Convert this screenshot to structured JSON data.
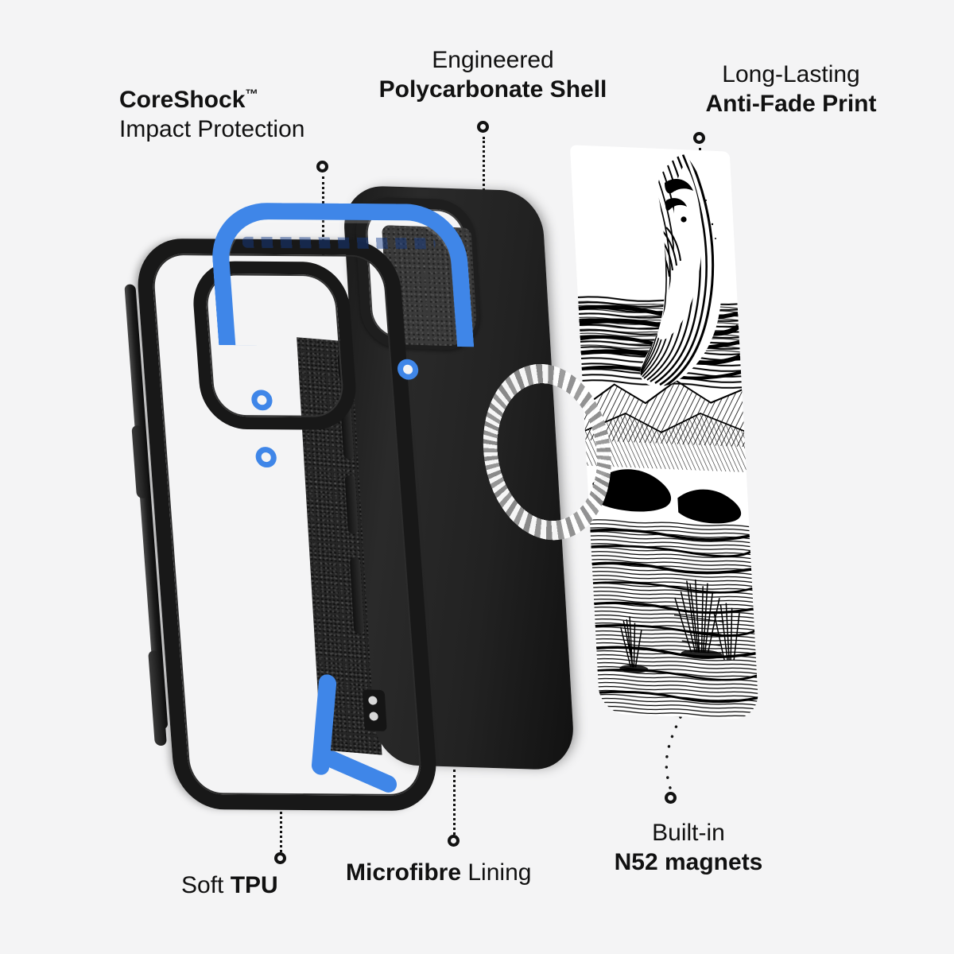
{
  "background_color": "#f4f4f5",
  "accent_color": "#3f86e8",
  "text_color": "#111111",
  "product": {
    "type": "exploded-view phone case infographic",
    "layer_count": 3,
    "layers": [
      {
        "name": "tpu-bumper",
        "label": "Soft TPU",
        "color": "#181818",
        "accent": "#3f86e8"
      },
      {
        "name": "polycarbonate-shell",
        "label": "Engineered Polycarbonate Shell",
        "color": "#222222"
      },
      {
        "name": "printed-back-panel",
        "label": "Long-Lasting Anti-Fade Print",
        "artwork": "breaching-whale-line-engraving"
      }
    ]
  },
  "callouts": [
    {
      "id": "coreshock",
      "line1": "CoreShock",
      "trademark": "™",
      "line2": "Impact Protection",
      "line1_weight": "bold",
      "line2_weight": "regular",
      "position": "top-left"
    },
    {
      "id": "polycarbonate",
      "line1": "Engineered",
      "line2": "Polycarbonate Shell",
      "line1_weight": "regular",
      "line2_weight": "bold",
      "position": "top-center"
    },
    {
      "id": "anti-fade-print",
      "line1": "Long-Lasting",
      "line2": "Anti-Fade Print",
      "line1_weight": "regular",
      "line2_weight": "bold",
      "position": "top-right"
    },
    {
      "id": "soft-tpu",
      "line1": "Soft ",
      "line2": "TPU",
      "line1_weight": "regular",
      "line2_weight": "bold",
      "position": "bottom-left"
    },
    {
      "id": "microfibre-lining",
      "line1": "Microfibre",
      "line2": " Lining",
      "line1_weight": "bold",
      "line2_weight": "regular",
      "position": "bottom-center"
    },
    {
      "id": "n52-magnets",
      "line1": "Built-in",
      "line2": "N52 magnets",
      "line1_weight": "regular",
      "line2_weight": "bold",
      "position": "bottom-right"
    }
  ],
  "leader_lines": {
    "style": "dotted",
    "marker": "ring-knob",
    "color": "#111111",
    "count": 6
  }
}
